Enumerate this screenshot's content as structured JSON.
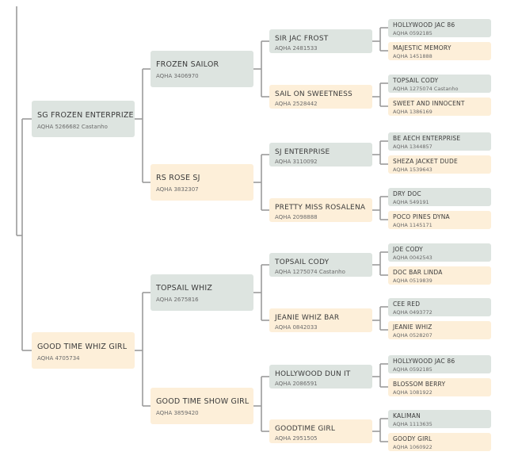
{
  "colors": {
    "male": "#dde4e0",
    "female": "#fdefd9",
    "line": "#9b9b9b",
    "text": "#3b3b3b",
    "subtext": "#6b6b6b"
  },
  "pedigree": {
    "sire": {
      "name": "SG FROZEN ENTERPRIZE",
      "reg": "AQHA  5266682 Castanho",
      "sire": {
        "name": "FROZEN SAILOR",
        "reg": "AQHA  3406970",
        "sire": {
          "name": "SIR JAC FROST",
          "reg": "AQHA  2481533",
          "sire": {
            "name": "HOLLYWOOD JAC 86",
            "reg": "AQHA  0592185"
          },
          "dam": {
            "name": "MAJESTIC MEMORY",
            "reg": "AQHA  1451888"
          }
        },
        "dam": {
          "name": "SAIL ON SWEETNESS",
          "reg": "AQHA  2528442",
          "sire": {
            "name": "TOPSAIL CODY",
            "reg": "AQHA  1275074 Castanho"
          },
          "dam": {
            "name": "SWEET AND INNOCENT",
            "reg": "AQHA  1386169"
          }
        }
      },
      "dam": {
        "name": "RS ROSE SJ",
        "reg": "AQHA  3832307",
        "sire": {
          "name": "SJ ENTERPRISE",
          "reg": "AQHA  3110092",
          "sire": {
            "name": "BE AECH ENTERPRISE",
            "reg": "AQHA  1344857"
          },
          "dam": {
            "name": "SHEZA JACKET DUDE",
            "reg": "AQHA  1539643"
          }
        },
        "dam": {
          "name": "PRETTY MISS ROSALENA",
          "reg": "AQHA  2098888",
          "sire": {
            "name": "DRY DOC",
            "reg": "AQHA  549191"
          },
          "dam": {
            "name": "POCO PINES DYNA",
            "reg": "AQHA  1145171"
          }
        }
      }
    },
    "dam": {
      "name": "GOOD TIME WHIZ GIRL",
      "reg": "AQHA  4705734",
      "sire": {
        "name": "TOPSAIL WHIZ",
        "reg": "AQHA  2675816",
        "sire": {
          "name": "TOPSAIL CODY",
          "reg": "AQHA  1275074 Castanho",
          "sire": {
            "name": "JOE CODY",
            "reg": "AQHA  0042543"
          },
          "dam": {
            "name": "DOC BAR LINDA",
            "reg": "AQHA  0519839"
          }
        },
        "dam": {
          "name": "JEANIE WHIZ BAR",
          "reg": "AQHA  0842033",
          "sire": {
            "name": "CEE RED",
            "reg": "AQHA  0493772"
          },
          "dam": {
            "name": "JEANIE WHIZ",
            "reg": "AQHA  0528207"
          }
        }
      },
      "dam": {
        "name": "GOOD TIME SHOW GIRL",
        "reg": "AQHA  3859420",
        "sire": {
          "name": "HOLLYWOOD DUN IT",
          "reg": "AQHA  2086591",
          "sire": {
            "name": "HOLLYWOOD JAC 86",
            "reg": "AQHA  0592185"
          },
          "dam": {
            "name": "BLOSSOM BERRY",
            "reg": "AQHA  1081922"
          }
        },
        "dam": {
          "name": "GOODTIME GIRL",
          "reg": "AQHA  2951505",
          "sire": {
            "name": "KALIMAN",
            "reg": "AQHA  1113635"
          },
          "dam": {
            "name": "GOODY GIRL",
            "reg": "AQHA  1060922"
          }
        }
      }
    }
  }
}
